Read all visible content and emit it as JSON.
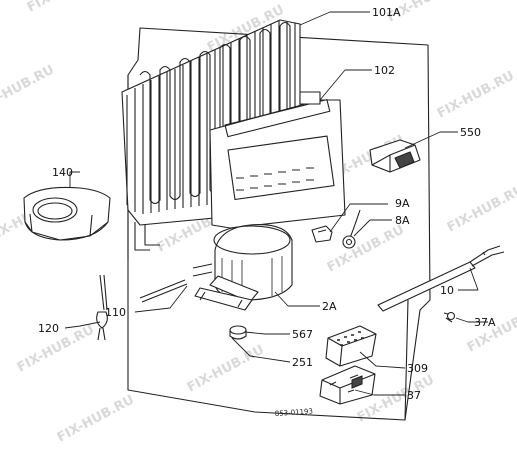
{
  "watermark": "FIX-HUB.RU",
  "drawing_ref": "853-01193",
  "parts": {
    "p101a": "101A",
    "p102": "102",
    "p550": "550",
    "p140": "140",
    "p9a": "9A",
    "p8a": "8A",
    "p10": "10",
    "p110": "110",
    "p2a": "2A",
    "p37a": "37A",
    "p120": "120",
    "p567": "567",
    "p251": "251",
    "p309": "309",
    "p37": "37"
  }
}
